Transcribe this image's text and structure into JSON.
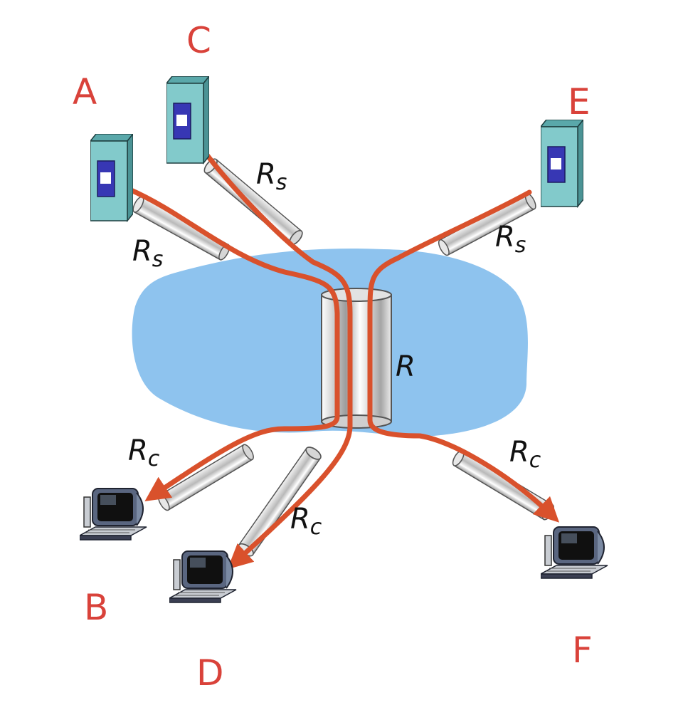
{
  "nodes": {
    "A": {
      "label": "A",
      "kind": "server"
    },
    "C": {
      "label": "C",
      "kind": "server"
    },
    "E": {
      "label": "E",
      "kind": "server"
    },
    "B": {
      "label": "B",
      "kind": "client"
    },
    "D": {
      "label": "D",
      "kind": "client"
    },
    "F": {
      "label": "F",
      "kind": "client"
    }
  },
  "links": {
    "server_A": {
      "main": "R",
      "sub": "s"
    },
    "server_C": {
      "main": "R",
      "sub": "s"
    },
    "server_E": {
      "main": "R",
      "sub": "s"
    },
    "client_B": {
      "main": "R",
      "sub": "c"
    },
    "client_D": {
      "main": "R",
      "sub": "c"
    },
    "client_F": {
      "main": "R",
      "sub": "c"
    },
    "shared": {
      "main": "R"
    }
  },
  "colors": {
    "network_cloud": "#8ec3ee",
    "flow_line": "#d9512c",
    "node_label": "#d9423a",
    "server_body": "#7fc6c7",
    "server_panel": "#3d3db8"
  },
  "icons": {
    "server": "server-tower-icon",
    "client": "desktop-computer-icon",
    "router_link": "cylinder-pipe-icon"
  }
}
